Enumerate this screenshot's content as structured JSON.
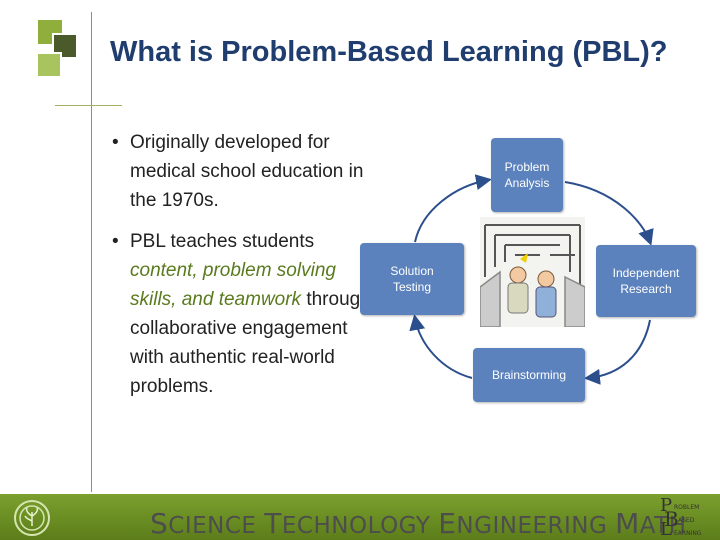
{
  "slide": {
    "title": "What is Problem-Based Learning (PBL)?",
    "bullets": [
      {
        "text": "Originally developed for medical school education in the 1970s."
      },
      {
        "text_before": "PBL teaches students ",
        "text_green": "content, problem solving skills, and teamwork",
        "text_after": " through collaborative engagement with authentic real-world problems."
      }
    ]
  },
  "diagram": {
    "problem_analysis_1": "Problem",
    "problem_analysis_2": "Analysis",
    "independent_research_1": "Independent",
    "independent_research_2": "Research",
    "brainstorming": "Brainstorming",
    "solution_testing_1": "Solution",
    "solution_testing_2": "Testing"
  },
  "footer": {
    "s_cap": "S",
    "s_rest": "CIENCE ",
    "t_cap": "T",
    "t_rest": "ECHNOLOGY ",
    "e_cap": "E",
    "e_rest": "NGINEERING ",
    "m_cap": "M",
    "m_rest": "ATH",
    "pbl_p": "P",
    "pbl_b": "B",
    "pbl_l": "L",
    "pbl_roblem": "ROBLEM",
    "pbl_ased": "ASED",
    "pbl_earning": "EARNING"
  },
  "colors": {
    "title": "#1f3d6e",
    "accent_green": "#5a7a1e",
    "diagram_box": "#5c82bd",
    "footer": "#6b8f24"
  },
  "icons": [
    "logo-squares-icon",
    "leaf-seal-icon",
    "pbl-logo-icon",
    "maze-illustration"
  ]
}
